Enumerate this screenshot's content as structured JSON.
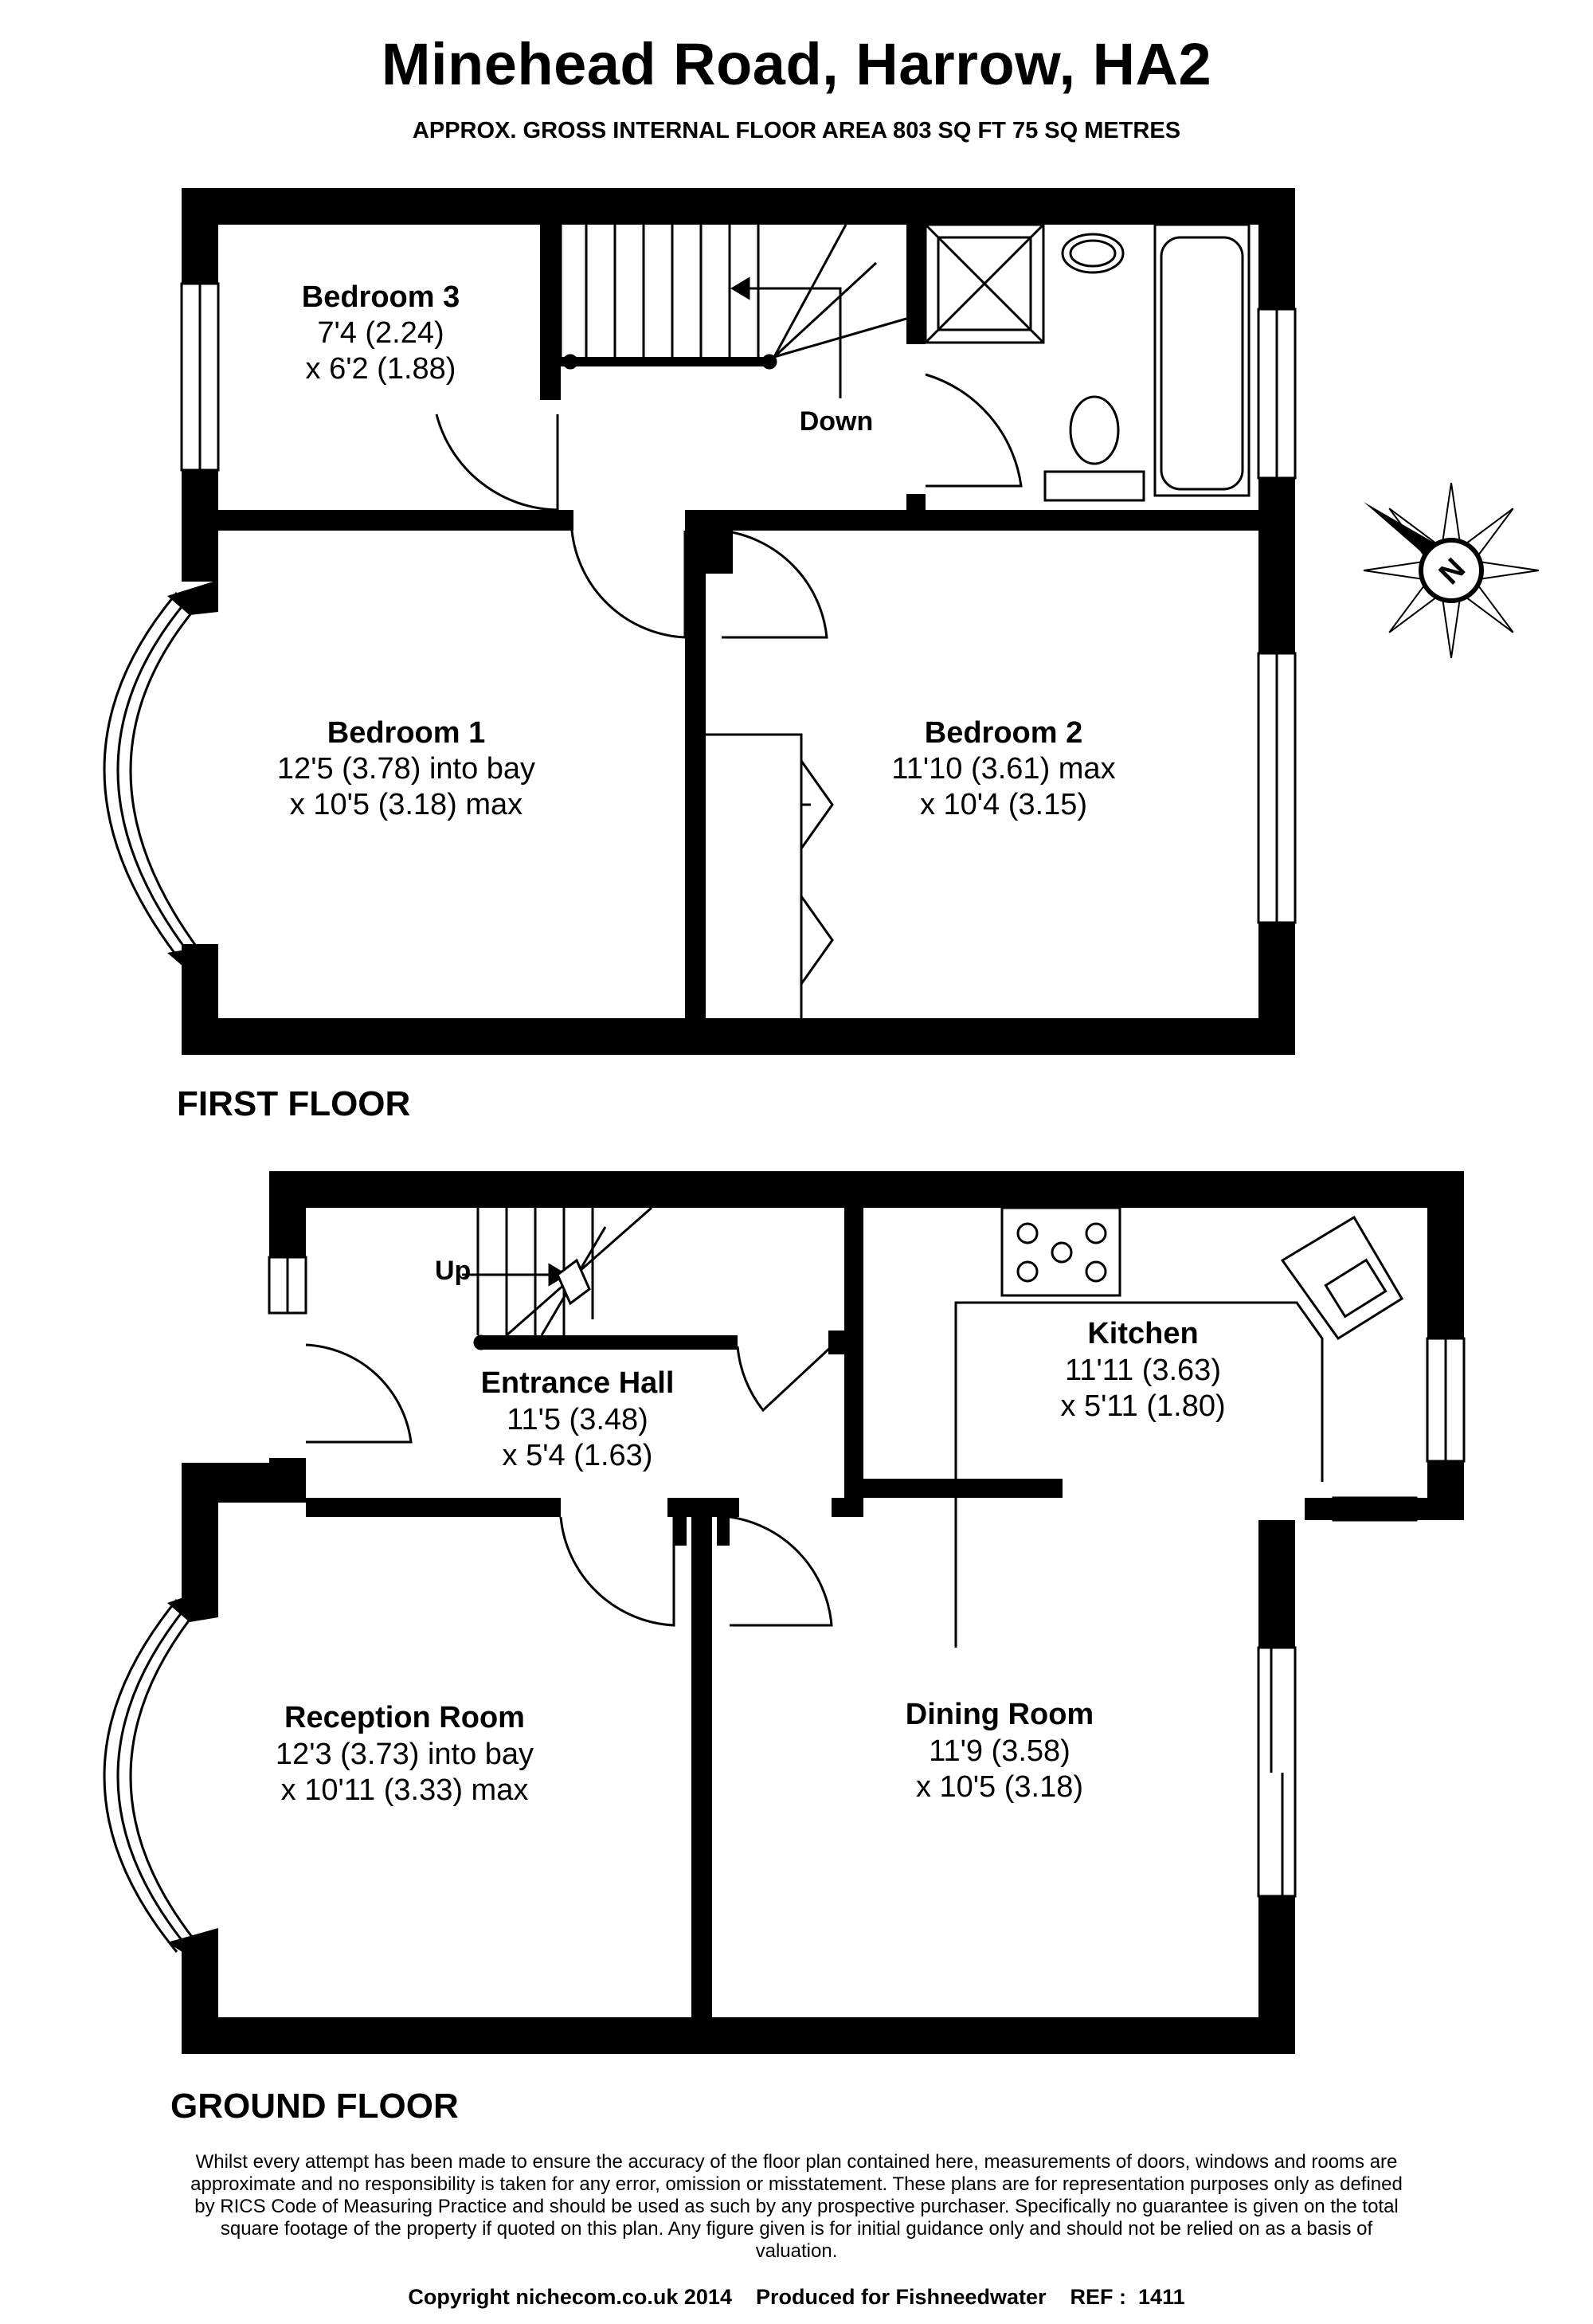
{
  "header": {
    "title": "Minehead Road, Harrow, HA2",
    "subtitle": "APPROX. GROSS INTERNAL FLOOR AREA 803 SQ FT 75 SQ METRES"
  },
  "first_floor": {
    "label": "FIRST FLOOR",
    "stair_label": "Down",
    "rooms": {
      "bedroom3": {
        "name": "Bedroom 3",
        "dim1": "7'4 (2.24)",
        "dim2": "x 6'2 (1.88)"
      },
      "bedroom1": {
        "name": "Bedroom 1",
        "dim1": "12'5 (3.78) into bay",
        "dim2": "x 10'5 (3.18) max"
      },
      "bedroom2": {
        "name": "Bedroom 2",
        "dim1": "11'10 (3.61) max",
        "dim2": "x 10'4 (3.15)"
      }
    }
  },
  "ground_floor": {
    "label": "GROUND FLOOR",
    "stair_label": "Up",
    "rooms": {
      "hall": {
        "name": "Entrance Hall",
        "dim1": "11'5 (3.48)",
        "dim2": "x 5'4 (1.63)"
      },
      "kitchen": {
        "name": "Kitchen",
        "dim1": "11'11 (3.63)",
        "dim2": "x 5'11 (1.80)"
      },
      "reception": {
        "name": "Reception Room",
        "dim1": "12'3 (3.73) into bay",
        "dim2": "x 10'11 (3.33) max"
      },
      "dining": {
        "name": "Dining Room",
        "dim1": "11'9 (3.58)",
        "dim2": "x 10'5 (3.18)"
      }
    }
  },
  "compass": {
    "letter": "N"
  },
  "disclaimer": "Whilst every attempt has been made to ensure the accuracy of the floor plan contained here, measurements of doors, windows and rooms are approximate and no responsibility is taken for any error, omission or misstatement. These plans are for representation purposes only as defined by RICS Code of Measuring Practice and should be used as such by any prospective purchaser. Specifically no guarantee is given on the total square footage of the property if quoted on this plan. Any figure given is for initial guidance only and should not be relied on as a basis of valuation.",
  "footer": "Copyright nichecom.co.uk 2014    Produced for Fishneedwater    REF :  1411"
}
